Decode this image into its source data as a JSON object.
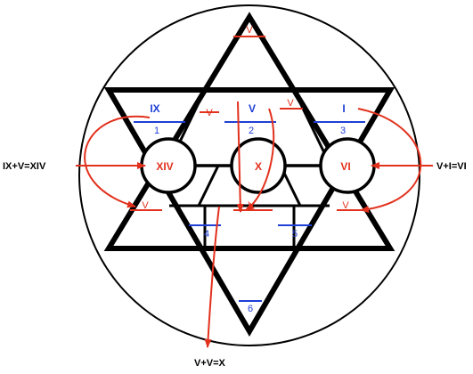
{
  "colors": {
    "line": "#000000",
    "blue": "#1f3fd6",
    "red": "#e2311d",
    "background": "#ffffff"
  },
  "roman_labels": {
    "ix": "IX",
    "v_top": "V",
    "i": "I"
  },
  "small_v_labels": {
    "apex": "V",
    "left_mid": "V",
    "right_mid": "V",
    "lower_left": "V",
    "lower_center": "V",
    "lower_right": "V"
  },
  "numbers": {
    "n1": "1",
    "n2": "2",
    "n3": "3",
    "n4": "4",
    "n5": "5",
    "n6": "6"
  },
  "circle_values": {
    "left": "XIV",
    "center": "X",
    "right": "VI"
  },
  "equations": {
    "left": "IX+V=XIV",
    "right": "V+I=VI",
    "bottom": "V+V=X"
  }
}
